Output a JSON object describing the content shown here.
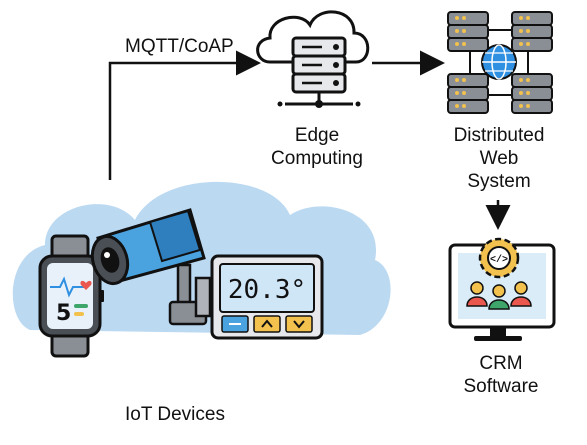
{
  "edge_label": "MQTT/CoAP",
  "edge_computing": {
    "line1": "Edge",
    "line2": "Computing"
  },
  "distributed": {
    "line1": "Distributed",
    "line2": "Web",
    "line3": "System"
  },
  "crm": {
    "line1": "CRM",
    "line2": "Software"
  },
  "iot": {
    "label": "IoT Devices"
  },
  "watch": {
    "value": "5"
  },
  "thermostat": {
    "reading": "20.3°"
  },
  "colors": {
    "cloud_blue": "#bcd9f2",
    "line": "#111111",
    "server_gold": "#f2c14e",
    "server_grey": "#8a8f96",
    "globe_blue": "#2f8fe0",
    "camera_blue": "#4aa3df",
    "thermo_screen": "#cfe6f7",
    "button_gold": "#f2c14e"
  }
}
